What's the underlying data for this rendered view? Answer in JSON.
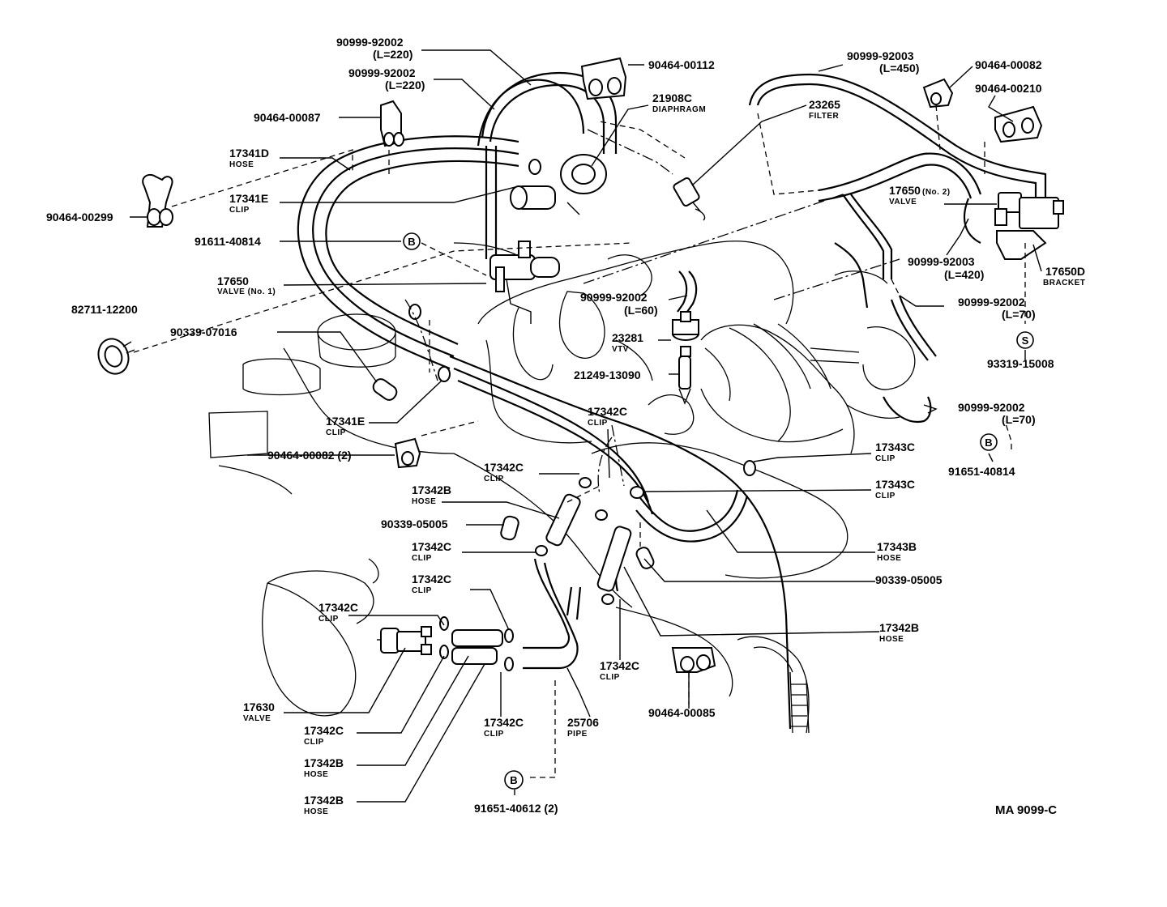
{
  "diagram_code": "MA 9099-C",
  "symbols": {
    "b": "B",
    "s": "S"
  },
  "labels": [
    {
      "id": "hose-90999-92002-l220-a",
      "part": "90999-92002",
      "sub": "(L=220)"
    },
    {
      "id": "hose-90999-92002-l220-b",
      "part": "90999-92002",
      "sub": "(L=220)"
    },
    {
      "id": "clip-90464-00112",
      "part": "90464-00112",
      "sub": ""
    },
    {
      "id": "diaphragm-21908c",
      "part": "21908C",
      "sub": "DIAPHRAGM"
    },
    {
      "id": "clip-90464-00087",
      "part": "90464-00087",
      "sub": ""
    },
    {
      "id": "hose-17341d",
      "part": "17341D",
      "sub": "HOSE"
    },
    {
      "id": "clip-17341e-top",
      "part": "17341E",
      "sub": "CLIP"
    },
    {
      "id": "clip-90464-00299",
      "part": "90464-00299",
      "sub": ""
    },
    {
      "id": "bolt-91611-40814",
      "part": "91611-40814",
      "sub": ""
    },
    {
      "id": "valve-17650-no1",
      "part": "17650",
      "sub": "VALVE (No. 1)"
    },
    {
      "id": "clamp-82711-12200",
      "part": "82711-12200",
      "sub": ""
    },
    {
      "id": "plug-90339-07016",
      "part": "90339-07016",
      "sub": ""
    },
    {
      "id": "clip-17341e-bottom",
      "part": "17341E",
      "sub": "CLIP"
    },
    {
      "id": "clip-90464-00082-2",
      "part": "90464-00082 (2)",
      "sub": ""
    },
    {
      "id": "hose-90999-92003-l450",
      "part": "90999-92003",
      "sub": "(L=450)"
    },
    {
      "id": "clip-90464-00082",
      "part": "90464-00082",
      "sub": ""
    },
    {
      "id": "clip-90464-00210",
      "part": "90464-00210",
      "sub": ""
    },
    {
      "id": "filter-23265",
      "part": "23265",
      "sub": "FILTER"
    },
    {
      "id": "valve-17650-no2",
      "part": "17650",
      "part_suffix": "(No. 2)",
      "sub": "VALVE"
    },
    {
      "id": "hose-90999-92003-l420",
      "part": "90999-92003",
      "sub": "(L=420)"
    },
    {
      "id": "bracket-17650d",
      "part": "17650D",
      "sub": "BRACKET"
    },
    {
      "id": "hose-90999-92002-l60",
      "part": "90999-92002",
      "sub": "(L=60)"
    },
    {
      "id": "hose-90999-92002-l70-a",
      "part": "90999-92002",
      "sub": "(L=70)"
    },
    {
      "id": "screw-93319-15008",
      "part": "93319-15008",
      "sub": ""
    },
    {
      "id": "vtv-23281",
      "part": "23281",
      "sub": "VTV"
    },
    {
      "id": "part-21249-13090",
      "part": "21249-13090",
      "sub": ""
    },
    {
      "id": "hose-90999-92002-l70-b",
      "part": "90999-92002",
      "sub": "(L=70)"
    },
    {
      "id": "bolt-91651-40814",
      "part": "91651-40814",
      "sub": ""
    },
    {
      "id": "clip-17342c-a",
      "part": "17342C",
      "sub": "CLIP"
    },
    {
      "id": "clip-17342c-b",
      "part": "17342C",
      "sub": "CLIP"
    },
    {
      "id": "clip-17343c-a",
      "part": "17343C",
      "sub": "CLIP"
    },
    {
      "id": "clip-17343c-b",
      "part": "17343C",
      "sub": "CLIP"
    },
    {
      "id": "hose-17342b-a",
      "part": "17342B",
      "sub": "HOSE"
    },
    {
      "id": "plug-90339-05005-a",
      "part": "90339-05005",
      "sub": ""
    },
    {
      "id": "clip-17342c-c",
      "part": "17342C",
      "sub": "CLIP"
    },
    {
      "id": "hose-17343b",
      "part": "17343B",
      "sub": "HOSE"
    },
    {
      "id": "plug-90339-05005-b",
      "part": "90339-05005",
      "sub": ""
    },
    {
      "id": "clip-17342c-d",
      "part": "17342C",
      "sub": "CLIP"
    },
    {
      "id": "clip-17342c-e",
      "part": "17342C",
      "sub": "CLIP"
    },
    {
      "id": "hose-17342b-b",
      "part": "17342B",
      "sub": "HOSE"
    },
    {
      "id": "clip-17342c-f",
      "part": "17342C",
      "sub": "CLIP"
    },
    {
      "id": "clip-90464-00085",
      "part": "90464-00085",
      "sub": ""
    },
    {
      "id": "valve-17630",
      "part": "17630",
      "sub": "VALVE"
    },
    {
      "id": "clip-17342c-g",
      "part": "17342C",
      "sub": "CLIP"
    },
    {
      "id": "clip-17342c-h",
      "part": "17342C",
      "sub": "CLIP"
    },
    {
      "id": "pipe-25706",
      "part": "25706",
      "sub": "PIPE"
    },
    {
      "id": "hose-17342b-c",
      "part": "17342B",
      "sub": "HOSE"
    },
    {
      "id": "hose-17342b-d",
      "part": "17342B",
      "sub": "HOSE"
    },
    {
      "id": "bolt-91651-40612-2",
      "part": "91651-40612 (2)",
      "sub": ""
    }
  ]
}
